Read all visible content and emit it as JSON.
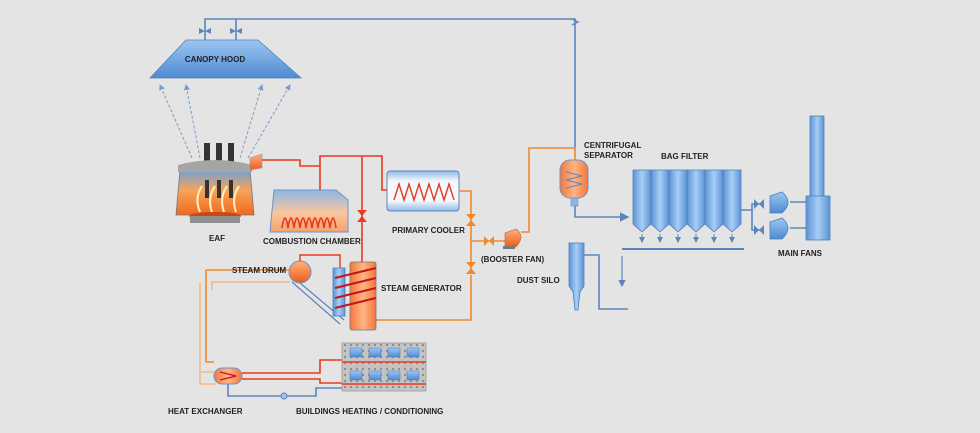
{
  "labels": {
    "canopy_hood": "CANOPY HOOD",
    "eaf": "EAF",
    "combustion_chamber": "COMBUSTION CHAMBER",
    "primary_cooler": "PRIMARY COOLER",
    "booster_fan": "(BOOSTER FAN)",
    "centrifugal_separator_line1": "CENTRIFUGAL",
    "centrifugal_separator_line2": "SEPARATOR",
    "bag_filter": "BAG FILTER",
    "main_fans": "MAIN FANS",
    "dust_silo": "DUST  SILO",
    "steam_drum": "STEAM DRUM",
    "steam_generator": "STEAM GENERATOR",
    "heat_exchanger": "HEAT EXCHANGER",
    "buildings_heating": "BUILDINGS HEATING / CONDITIONING"
  },
  "colors": {
    "background": "#e4e4e4",
    "blue_pipe": "#5b86bd",
    "hot_pipe": "#e53b20",
    "warm_pipe": "#f0882e",
    "pale_pipe": "#f4b98a",
    "dashed_flow": "#7a9cc8",
    "equipment_blue": "#7aaee6"
  }
}
